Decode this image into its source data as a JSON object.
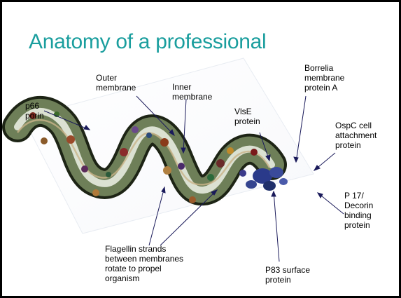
{
  "slide": {
    "title": "Anatomy of a professional",
    "title_color": "#1a9e9e",
    "image_subject": "Borrelia spirochete"
  },
  "labels": {
    "p66_porin": "p66\nporin",
    "outer_membrane": "Outer\nmembrane",
    "inner_membrane": "Inner\nmembrane",
    "vlse_protein": "VlsE\nprotein",
    "borrelia_membrane_protein_a": "Borrelia\nmembrane\nprotein A",
    "ospc": "OspC cell\nattachment\nprotein",
    "p17_decorin": "P 17/\nDecorin\nbinding\nprotein",
    "flagellin": "Flagellin strands\nbetween membranes\nrotate to propel\norganism",
    "p83": "P83 surface\nprotein"
  }
}
